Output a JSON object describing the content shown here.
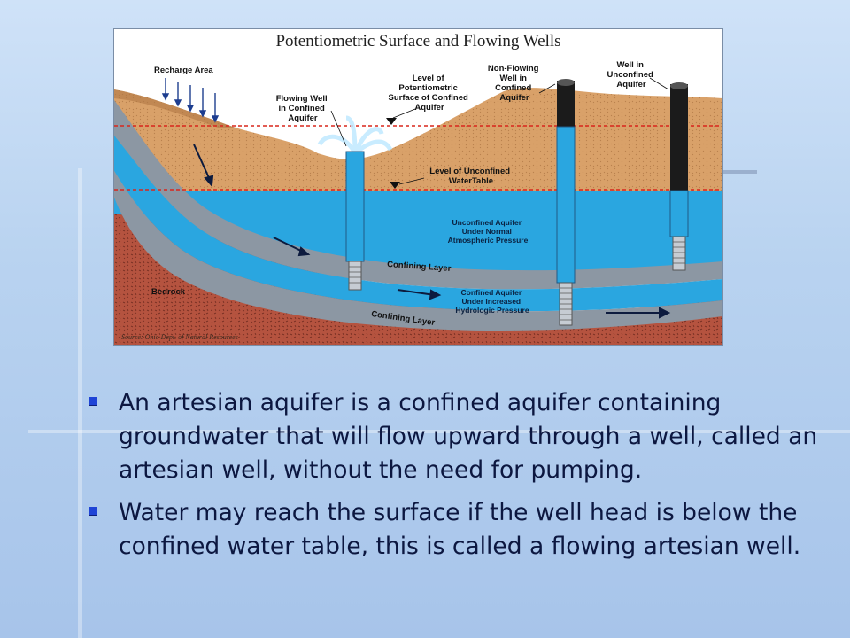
{
  "figure": {
    "title": "Potentiometric Surface and Flowing Wells",
    "labels": {
      "recharge_area": "Recharge Area",
      "flowing_well": [
        "Flowing Well",
        "in Confined",
        "Aquifer"
      ],
      "potentiometric_level": [
        "Level of",
        "Potentiometric",
        "Surface of Confined",
        "Aquifer"
      ],
      "non_flowing_well": [
        "Non-Flowing",
        "Well in",
        "Confined",
        "Aquifer"
      ],
      "unconfined_well": [
        "Well in",
        "Unconfined",
        "Aquifer"
      ],
      "unconfined_level": [
        "Level of Unconfined",
        "WaterTable"
      ],
      "unconfined_aquifer": [
        "Unconfined Aquifer",
        "Under Normal",
        "Atmospheric Pressure"
      ],
      "confining_layer_upper": "Confining Layer",
      "confined_aquifer": [
        "Confined Aquifer",
        "Under Increased",
        "Hydrologic Pressure"
      ],
      "confining_layer_lower": "Confining Layer",
      "bedrock": "Bedrock",
      "source": "Source: Ohio Dept. of Natural Resources"
    },
    "colors": {
      "soil": "#d9a169",
      "water": "#2aa6e0",
      "confining": "#8c97a3",
      "bedrock": "#b5533f",
      "level_line": "#d9261c"
    }
  },
  "bullets": [
    "An artesian aquifer is a confined aquifer containing groundwater that will flow upward through a well, called an artesian well, without the need for pumping.",
    "Water may reach the surface if the well head is below the confined water table, this is called a flowing artesian well."
  ]
}
